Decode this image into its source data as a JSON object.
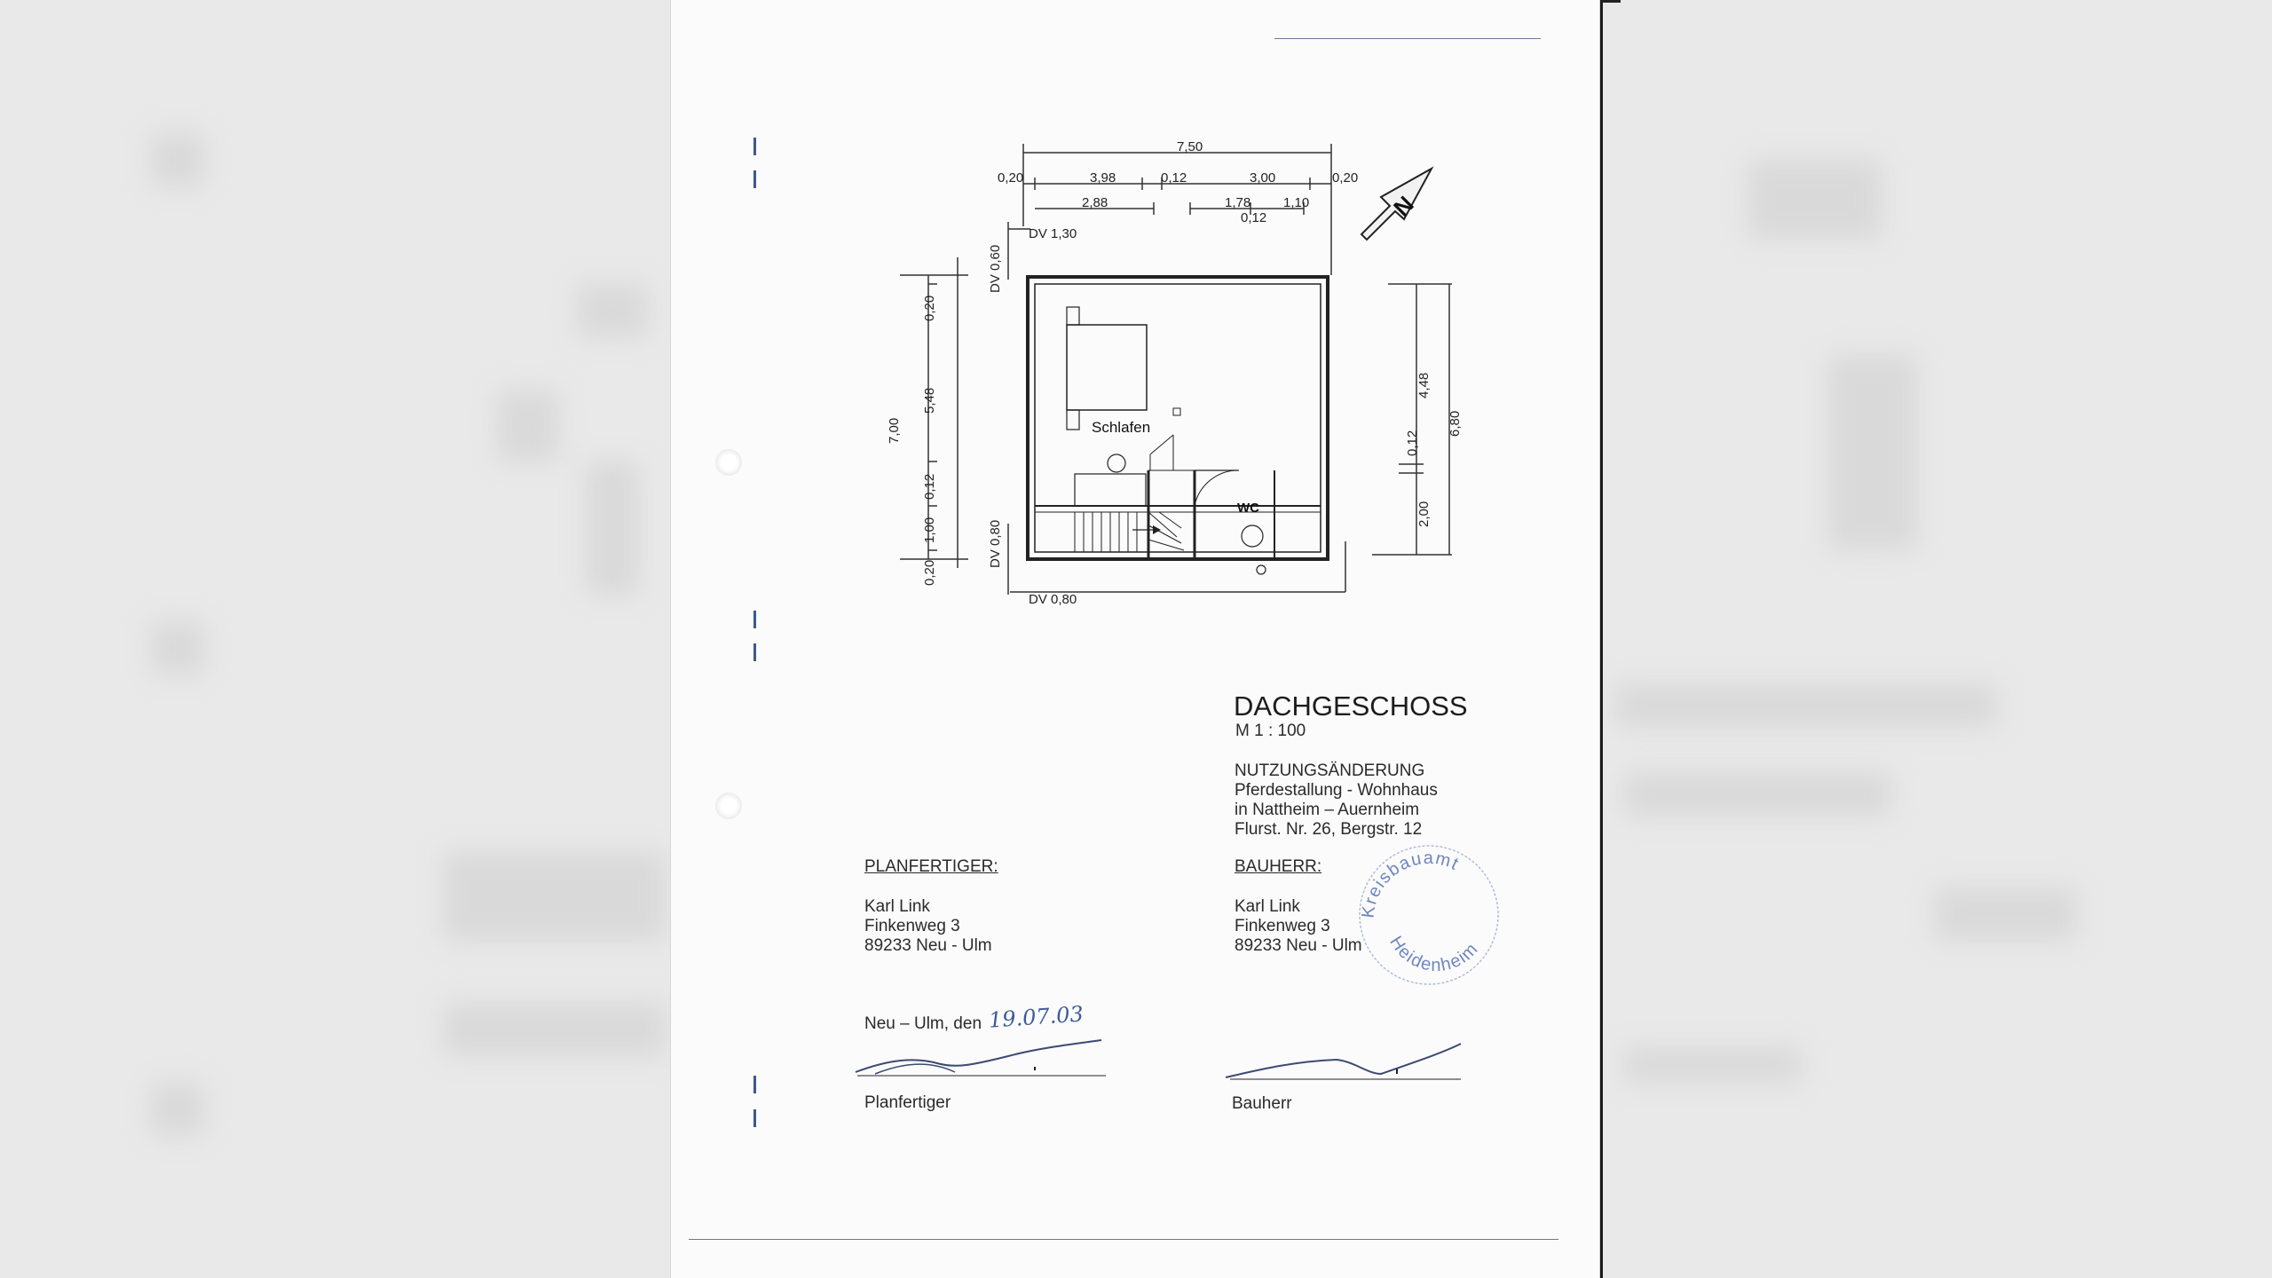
{
  "drawing": {
    "title": "DACHGESCHOSS",
    "scale": "M  1 : 100",
    "north_label": "N",
    "room_bedroom": "Schlafen",
    "room_wc": "WC",
    "dim_top_total": "7,50",
    "dim_top_row1": [
      "0,20",
      "3,98",
      "0,12",
      "3,00",
      "0,20"
    ],
    "dim_top_row2": [
      "2,88",
      "1,78",
      "1,10"
    ],
    "dim_top_row2b": "0,12",
    "dv_top": "DV 1,30",
    "dv_left_top": "DV 0,60",
    "dv_left_bottom": "DV 0,80",
    "dv_bottom": "DV 0,80",
    "dim_left_total": "7,00",
    "dim_left": [
      "0,20",
      "5,48",
      "0,12",
      "1,00",
      "0,20"
    ],
    "dim_right_total": "6,80",
    "dim_right": [
      "4,48",
      "0,12",
      "2,00"
    ]
  },
  "project": {
    "heading": "NUTZUNGSÄNDERUNG",
    "line1": "Pferdestallung - Wohnhaus",
    "line2": "in Nattheim – Auernheim",
    "line3": "Flurst. Nr. 26, Bergstr. 12"
  },
  "planfertiger": {
    "label": "PLANFERTIGER:",
    "name": "Karl Link",
    "street": "Finkenweg 3",
    "city": "89233 Neu - Ulm"
  },
  "bauherr": {
    "label": "BAUHERR:",
    "name": "Karl Link",
    "street": "Finkenweg 3",
    "city": "89233 Neu - Ulm"
  },
  "stamp": {
    "top": "Kreisbauamt",
    "bottom": "Heidenheim"
  },
  "place_date": {
    "prefix": "Neu – Ulm, den",
    "date_handwritten": "19.07.03"
  },
  "signatures": {
    "planfertiger_caption": "Planfertiger",
    "bauherr_caption": "Bauherr"
  }
}
